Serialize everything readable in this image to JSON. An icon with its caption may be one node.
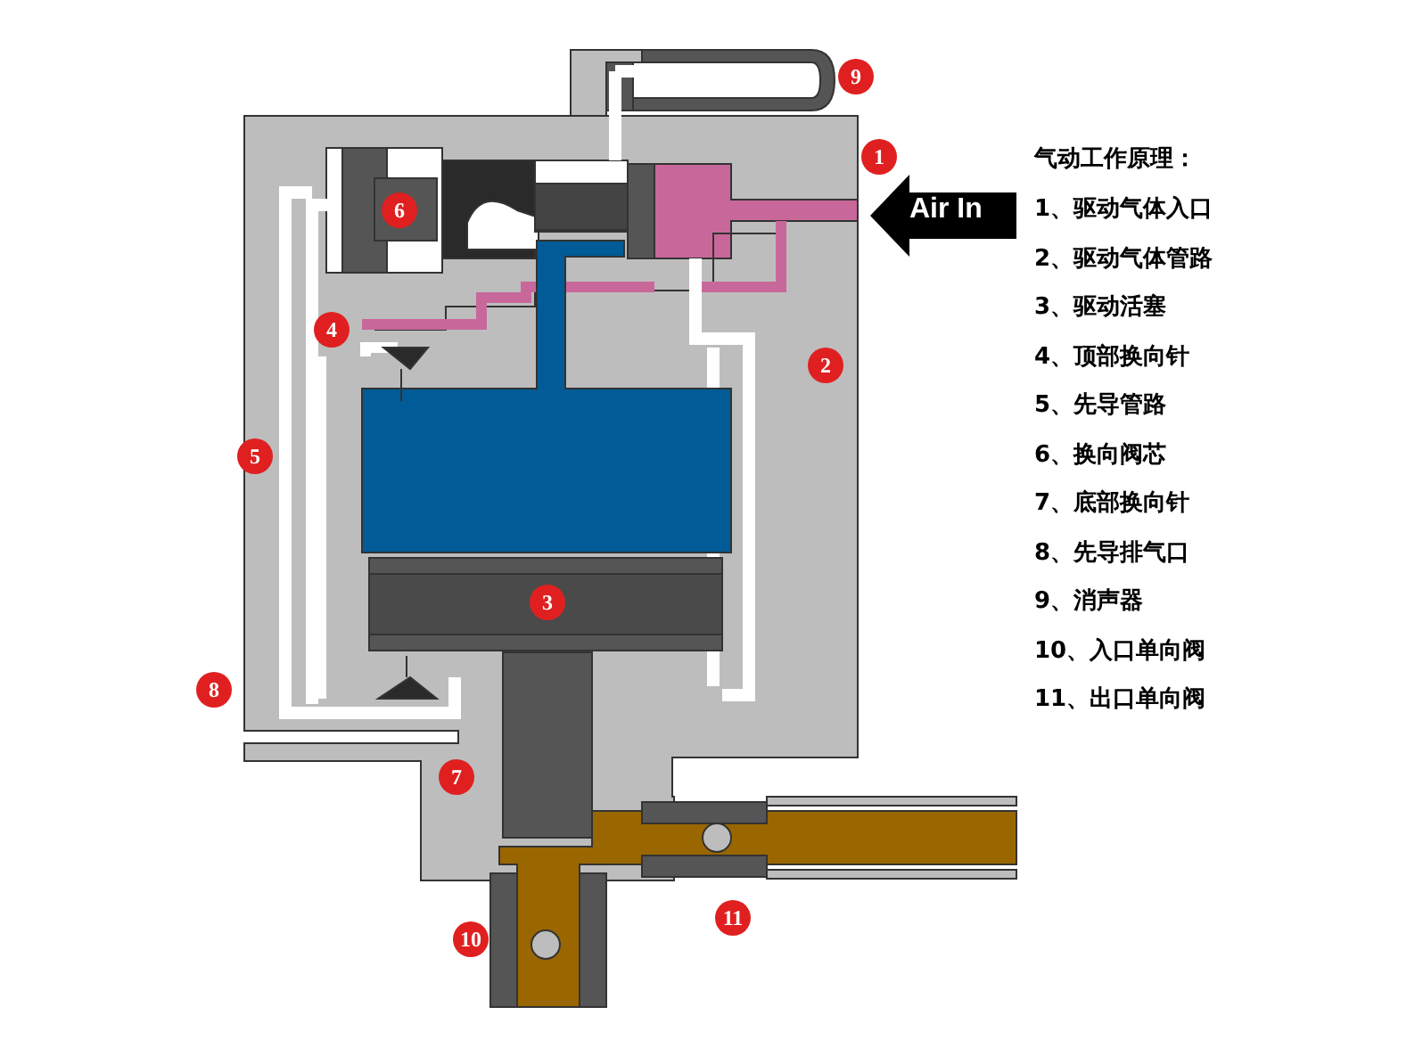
{
  "diagram": {
    "title": "气动工作原理：",
    "labels": [
      "9",
      "1",
      "Air In",
      "6",
      "4",
      "2",
      "5",
      "3",
      "8",
      "7",
      "10",
      "11",
      "1、驱动气体入口",
      "2、驱动气体管路",
      "3、驱动活塞",
      "4、顶部换向针",
      "5、先导管路",
      "6、换向阀芯",
      "7、底部换向针",
      "8、先导排气口",
      "9、消声器",
      "10、入口单向阀",
      "11、出口单向阀"
    ]
  }
}
